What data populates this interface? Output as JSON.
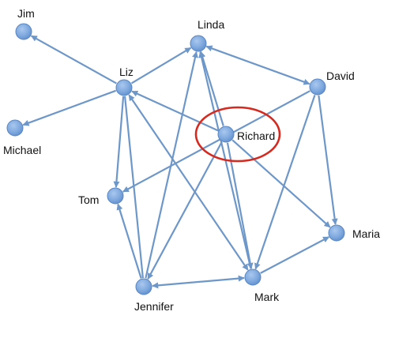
{
  "graph": {
    "highlight_color": "#d42a20",
    "edge_color": "#6e97c9",
    "node_color": "#7fa9de",
    "highlighted_node": "Richard",
    "nodes": [
      {
        "id": "Jim",
        "label": "Jim"
      },
      {
        "id": "Linda",
        "label": "Linda"
      },
      {
        "id": "Liz",
        "label": "Liz"
      },
      {
        "id": "David",
        "label": "David"
      },
      {
        "id": "Michael",
        "label": "Michael"
      },
      {
        "id": "Richard",
        "label": "Richard"
      },
      {
        "id": "Tom",
        "label": "Tom"
      },
      {
        "id": "Maria",
        "label": "Maria"
      },
      {
        "id": "Jennifer",
        "label": "Jennifer"
      },
      {
        "id": "Mark",
        "label": "Mark"
      }
    ],
    "edges": [
      {
        "from": "Liz",
        "to": "Jim",
        "dir": "forward"
      },
      {
        "from": "Liz",
        "to": "Michael",
        "dir": "forward"
      },
      {
        "from": "Liz",
        "to": "Linda",
        "dir": "forward"
      },
      {
        "from": "Liz",
        "to": "Tom",
        "dir": "forward"
      },
      {
        "from": "Liz",
        "to": "Mark",
        "dir": "both"
      },
      {
        "from": "Liz",
        "to": "Jennifer",
        "dir": "none"
      },
      {
        "from": "Linda",
        "to": "David",
        "dir": "both"
      },
      {
        "from": "Jennifer",
        "to": "Linda",
        "dir": "forward"
      },
      {
        "from": "Mark",
        "to": "Linda",
        "dir": "forward"
      },
      {
        "from": "Richard",
        "to": "Linda",
        "dir": "forward"
      },
      {
        "from": "Richard",
        "to": "Liz",
        "dir": "forward"
      },
      {
        "from": "Richard",
        "to": "Maria",
        "dir": "forward"
      },
      {
        "from": "Richard",
        "to": "Mark",
        "dir": "forward"
      },
      {
        "from": "Richard",
        "to": "Jennifer",
        "dir": "forward"
      },
      {
        "from": "David",
        "to": "Tom",
        "dir": "forward"
      },
      {
        "from": "David",
        "to": "Maria",
        "dir": "forward"
      },
      {
        "from": "David",
        "to": "Mark",
        "dir": "forward"
      },
      {
        "from": "Jennifer",
        "to": "Tom",
        "dir": "forward"
      },
      {
        "from": "Jennifer",
        "to": "Mark",
        "dir": "both"
      },
      {
        "from": "Mark",
        "to": "Maria",
        "dir": "forward"
      }
    ]
  }
}
